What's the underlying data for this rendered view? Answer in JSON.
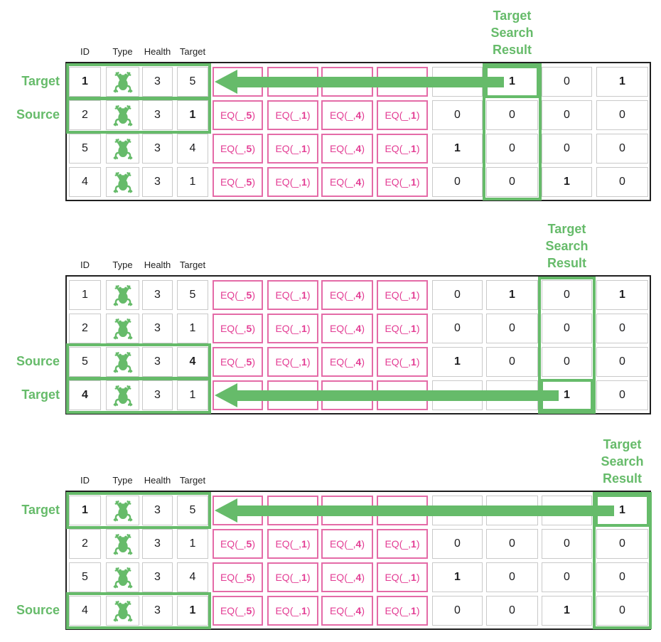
{
  "palette": {
    "green": "#66bb6a",
    "pink_border": "#e46ba7",
    "pink_text": "#e33d94",
    "cell_border": "#c9c9c9",
    "table_border": "#1f1f1f",
    "text": "#1d1d1f"
  },
  "column_headers": [
    "ID",
    "Type",
    "Health",
    "Target"
  ],
  "result_header_lines": [
    "Target",
    "Search",
    "Result"
  ],
  "row_labels": {
    "target": "Target",
    "source": "Source"
  },
  "entities": [
    {
      "id": "1",
      "type": "frog",
      "health": "3",
      "target": "5"
    },
    {
      "id": "2",
      "type": "frog",
      "health": "3",
      "target": "1"
    },
    {
      "id": "5",
      "type": "frog",
      "health": "3",
      "target": "4"
    },
    {
      "id": "4",
      "type": "frog",
      "health": "3",
      "target": "1"
    }
  ],
  "eq_columns": [
    {
      "pre": "EQ(_,",
      "value": "5",
      "post": ")"
    },
    {
      "pre": "EQ(_,",
      "value": "1",
      "post": ")"
    },
    {
      "pre": "EQ(_,",
      "value": "4",
      "post": ")"
    },
    {
      "pre": "EQ(_,",
      "value": "1",
      "post": ")"
    }
  ],
  "results": [
    [
      "0",
      "1",
      "0",
      "1"
    ],
    [
      "0",
      "0",
      "0",
      "0"
    ],
    [
      "1",
      "0",
      "0",
      "0"
    ],
    [
      "0",
      "0",
      "1",
      "0"
    ]
  ],
  "groups": [
    {
      "target_row": 0,
      "source_row": 1,
      "highlight_result_col": 1,
      "hit_row": 0
    },
    {
      "target_row": 3,
      "source_row": 2,
      "highlight_result_col": 2,
      "hit_row": 3
    },
    {
      "target_row": 0,
      "source_row": 3,
      "highlight_result_col": 3,
      "hit_row": 0
    }
  ]
}
